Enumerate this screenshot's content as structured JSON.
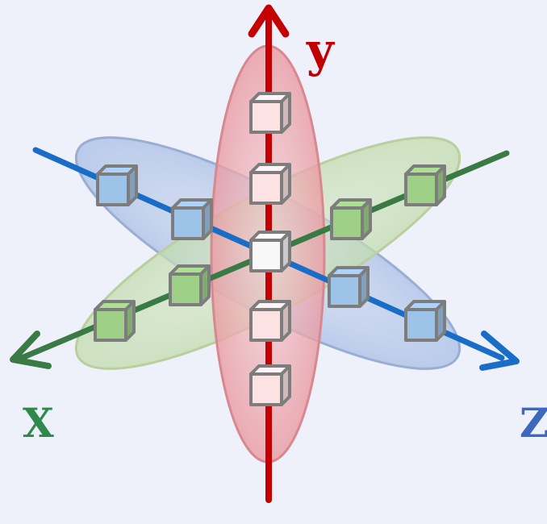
{
  "labels": {
    "x": "X",
    "y": "y",
    "z": "Z"
  },
  "colors": {
    "background": "#eef1f9",
    "x_axis": "#3a7a45",
    "y_axis": "#c40000",
    "z_axis": "#1a6dc6",
    "x_label": "#2e8a4a",
    "y_label": "#c00000",
    "z_label": "#3e68bd",
    "cube_green": "#9fd088",
    "cube_blue": "#9ec3e8",
    "cube_pink": "#fde2e4",
    "cube_center": "#f8f8f8",
    "cube_edge": "#7d7d7d"
  }
}
